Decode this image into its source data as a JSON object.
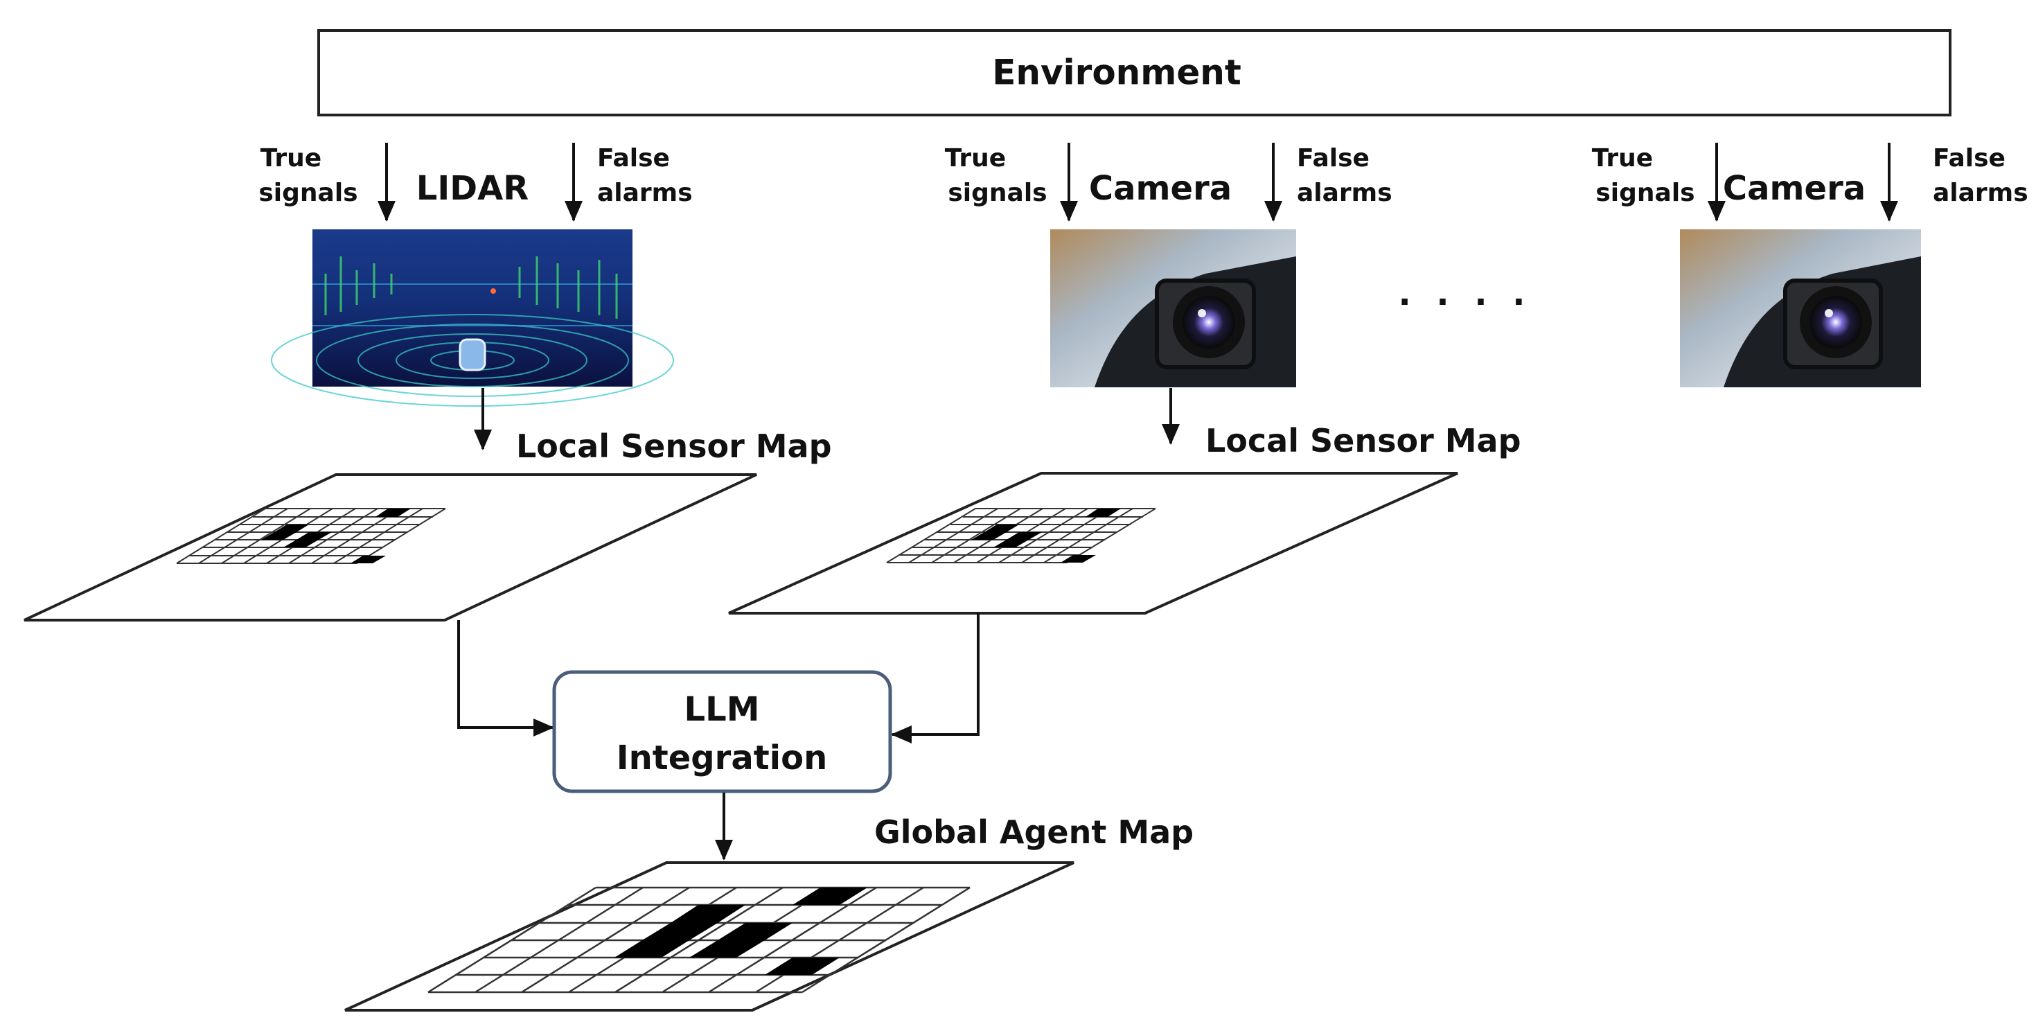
{
  "environment": {
    "label": "Environment"
  },
  "signals": {
    "true_line1": "True",
    "true_line2": "signals",
    "false_line1": "False",
    "false_line2": "alarms"
  },
  "sensors": [
    {
      "name": "LIDAR",
      "image": "lidar-point-cloud-image"
    },
    {
      "name": "Camera",
      "image": "camera-image"
    },
    {
      "name": "Camera",
      "image": "camera-image"
    }
  ],
  "ellipsis": ". . . .",
  "local_map": {
    "label": "Local Sensor Map"
  },
  "llm": {
    "line1": "LLM",
    "line2": "Integration"
  },
  "global_map": {
    "label": "Global Agent Map"
  },
  "colors": {
    "stroke": "#1a1a1a",
    "llm_border": "#4a5d7a",
    "cell_fill": "#000000"
  }
}
